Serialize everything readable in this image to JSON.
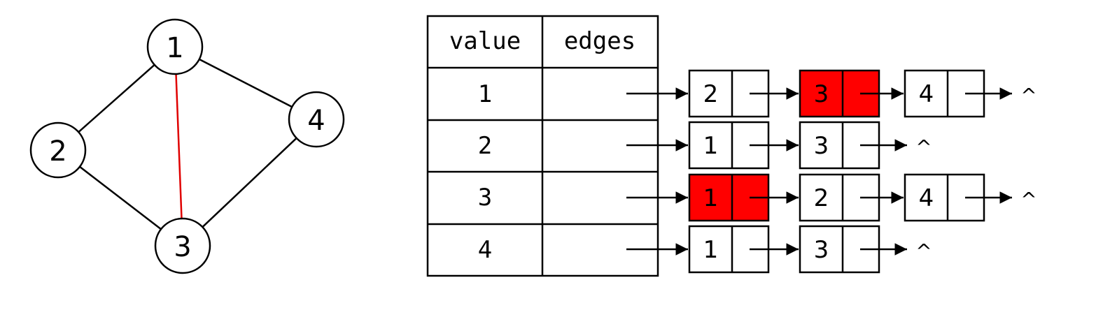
{
  "graph": {
    "vertices": [
      {
        "id": "1",
        "label": "1"
      },
      {
        "id": "2",
        "label": "2"
      },
      {
        "id": "3",
        "label": "3"
      },
      {
        "id": "4",
        "label": "4"
      }
    ],
    "edges": [
      {
        "from": "1",
        "to": "2",
        "highlight": false
      },
      {
        "from": "1",
        "to": "4",
        "highlight": false
      },
      {
        "from": "1",
        "to": "3",
        "highlight": true
      },
      {
        "from": "2",
        "to": "3",
        "highlight": false
      },
      {
        "from": "4",
        "to": "3",
        "highlight": false
      }
    ]
  },
  "table": {
    "headers": {
      "value": "value",
      "edges": "edges"
    },
    "rows": [
      {
        "value": "1",
        "list": [
          {
            "label": "2",
            "highlight": false
          },
          {
            "label": "3",
            "highlight": true
          },
          {
            "label": "4",
            "highlight": false
          }
        ]
      },
      {
        "value": "2",
        "list": [
          {
            "label": "1",
            "highlight": false
          },
          {
            "label": "3",
            "highlight": false
          }
        ]
      },
      {
        "value": "3",
        "list": [
          {
            "label": "1",
            "highlight": true
          },
          {
            "label": "2",
            "highlight": false
          },
          {
            "label": "4",
            "highlight": false
          }
        ]
      },
      {
        "value": "4",
        "list": [
          {
            "label": "1",
            "highlight": false
          },
          {
            "label": "3",
            "highlight": false
          }
        ]
      }
    ],
    "null_symbol": "^"
  },
  "colors": {
    "highlight": "#ff0000",
    "line": "#000000",
    "highlight_edge": "#e00000"
  }
}
